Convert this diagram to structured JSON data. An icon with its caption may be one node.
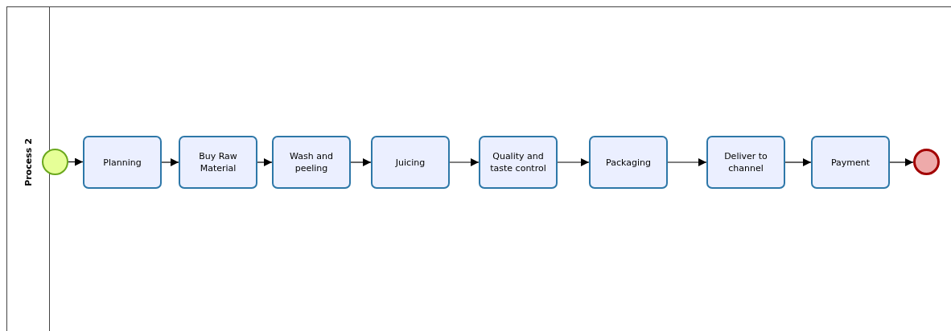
{
  "diagram": {
    "nodes": [
      {
        "text": [
          "Process 2"
        ]
      },
      {
        "text": [],
        "shape": "circle",
        "in": 0
      },
      {
        "text": [
          "Planning"
        ],
        "in": 0
      },
      {
        "text": [
          "Buy Raw Material"
        ],
        "in": 0
      },
      {
        "text": [
          "Wash and peeling"
        ],
        "in": 0
      },
      {
        "text": [
          "Juicing"
        ],
        "in": 0
      },
      {
        "text": [
          "Quality and taste control"
        ],
        "in": 0
      },
      {
        "text": [
          "Packaging"
        ],
        "in": 0
      },
      {
        "text": [
          "Deliver to channel"
        ],
        "in": 0
      },
      {
        "text": [
          "Payment"
        ],
        "in": 0
      },
      {
        "text": [],
        "shape": "circle",
        "in": 0
      }
    ],
    "edges": [
      {
        "from": 1,
        "to": 2,
        "arrow": "to"
      },
      {
        "from": 2,
        "to": 3,
        "arrow": "to"
      },
      {
        "from": 3,
        "to": 4,
        "arrow": "to"
      },
      {
        "from": 4,
        "to": 5,
        "arrow": "to"
      },
      {
        "from": 5,
        "to": 6,
        "arrow": "to"
      },
      {
        "from": 6,
        "to": 7,
        "arrow": "to"
      },
      {
        "from": 7,
        "to": 8,
        "arrow": "to"
      },
      {
        "from": 8,
        "to": 9,
        "arrow": "to"
      },
      {
        "from": 9,
        "to": 10,
        "arrow": "to"
      }
    ]
  }
}
